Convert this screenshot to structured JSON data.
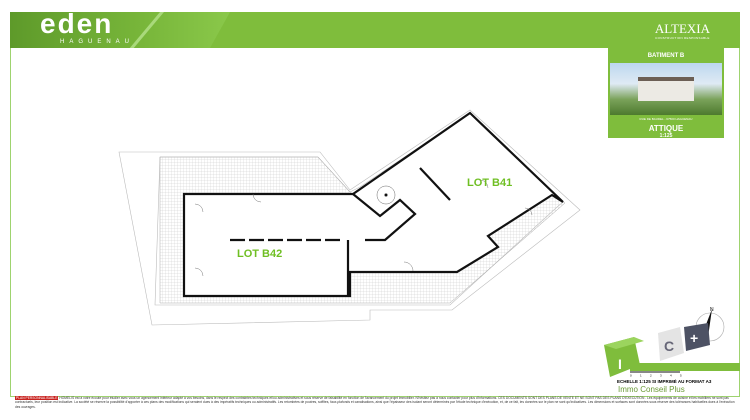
{
  "header": {
    "brand": "eden",
    "brand_sub": "HAGUENAU",
    "developer": "ALTEXIA",
    "developer_sub": "CONSTRUCTION RESPONSABLE"
  },
  "panel": {
    "building": "BATIMENT B",
    "address": "RUE DE BAUDEL - 67500 HAGUENAU",
    "level": "ATTIQUE",
    "scale": "1:125"
  },
  "plan": {
    "lots": [
      "LOT B41",
      "LOT B42"
    ]
  },
  "footer": {
    "scale_note": "ECHELLE 1:125 SI IMPRIMÉ AU FORMAT A3",
    "scale_ticks": [
      "0",
      "1",
      "2",
      "3",
      "4",
      "5"
    ],
    "company": "Immo Conseil Plus",
    "legal_tag": "PLAN PERSONNALISABLE",
    "legal_text": "HOMELIS est à votre écoute pour étudier avec vous un agencement intérieur adapté à vos besoins, dans le respect des contraintes techniques et/ou administratives et sous réserve de faisabilité en fonction de l'avancement du projet immobilier. N'hésitez pas à nous contacter pour plus d'informations. CES DOCUMENTS SONT DES PLANS DE VENTE ET NE SONT PAS DES PLANS D'EXECUTION . Les équipements de cuisine et les mobiliers ne sont pas contractuels, leur position est indicative. La société se réserve la possibilité d'apporter à ces plans des modifications qui seraient dues à des impératifs techniques ou administratifs. Les retombées de poutres, soffites, faux-plafonds et canalisations, ainsi que l'épaisseur des isolant seront déterminés par l'étude technique d'exécution, et, de ce fait, les données sur le plan ne sont qu'indicatives. Les dimensions et surfaces sont données sous réserve des tolérances habituelles dues à l'exécution des ouvrages."
  },
  "colors": {
    "brand_green": "#7fbd3c",
    "lot_label": "#6fbf23"
  }
}
